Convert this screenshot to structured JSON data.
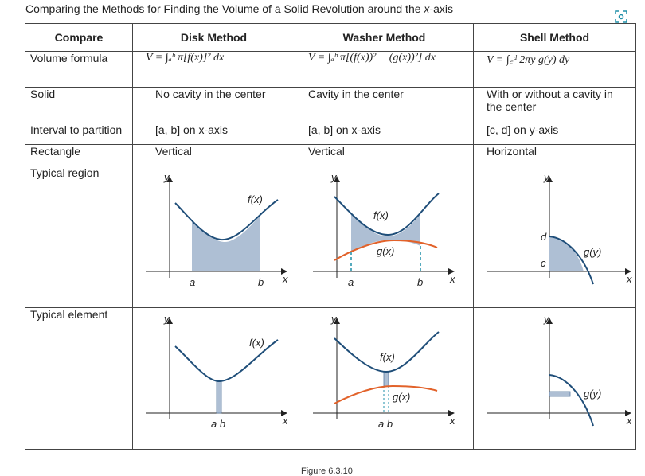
{
  "title": {
    "text_start": "Comparing the Methods for Finding the Volume of a Solid Revolution around the ",
    "text_var": "x",
    "text_end": "-axis"
  },
  "expand_icon": "expand-icon",
  "headers": [
    "Compare",
    "Disk Method",
    "Washer Method",
    "Shell Method"
  ],
  "rows": {
    "volume": {
      "label": "Volume formula",
      "disk": "V = ∫ₐᵇ π[f(x)]² dx",
      "washer": "V = ∫ₐᵇ π[(f(x))² − (g(x))²] dx",
      "shell": "V = ∫꜀ᵈ 2πy g(y) dy"
    },
    "solid": {
      "label": "Solid",
      "disk": "No cavity in the center",
      "washer": "Cavity in the center",
      "shell": "With or without a cavity in the center"
    },
    "interval": {
      "label": "Interval to partition",
      "disk": "[a, b] on x-axis",
      "washer": "[a, b] on x-axis",
      "shell": "[c, d] on y-axis"
    },
    "rectangle": {
      "label": "Rectangle",
      "disk": "Vertical",
      "washer": "Vertical",
      "shell": "Horizontal"
    },
    "region": {
      "label": "Typical region"
    },
    "element": {
      "label": "Typical element"
    }
  },
  "graph_labels": {
    "x": "x",
    "y": "y",
    "a": "a",
    "b": "b",
    "ab": "a b",
    "c": "c",
    "d": "d",
    "fx": "f(x)",
    "gx": "g(x)",
    "gy": "g(y)"
  },
  "colors": {
    "curve_f": "#1f4e79",
    "curve_g": "#e2622a",
    "fill": "#aebfd4",
    "dash": "#1f8fa8",
    "axis": "#222222"
  },
  "caption": "Figure 6.3.10"
}
